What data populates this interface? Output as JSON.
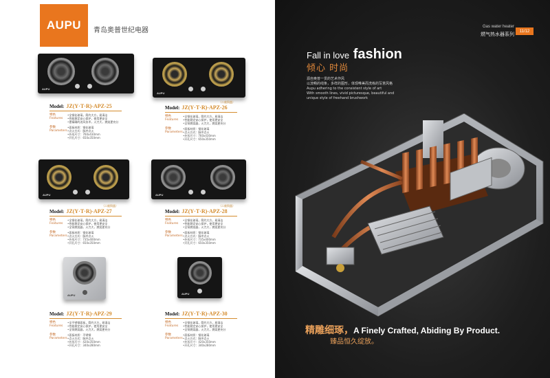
{
  "brand": {
    "logo_text": "AUPU",
    "company": "青岛奥普世纪电器"
  },
  "products": [
    {
      "model_label": "Model:",
      "model_code": "JZ(Y·T·R)-APZ-25",
      "tag": "",
      "feature_label": "特色\nFeatures",
      "features": [
        "•全钢化玻璃，简约大方，易清洁",
        "•性能稳定安心保护，使用更安全",
        "•更精确的进风技术，火力大，燃烧更充分"
      ],
      "param_label": "参数\nParameters",
      "params": [
        "•面板材质：钢化玻璃",
        "•点火方式：脉冲点火",
        "•外形尺寸：760x430mm",
        "•开孔尺寸：650x350mm"
      ]
    },
    {
      "model_label": "Model:",
      "model_code": "JZ(Y·T·R)-APZ-26",
      "tag": "（二维铜盖）",
      "feature_label": "特色\nFeatures",
      "features": [
        "•全钢化玻璃，简约大方，易清洁",
        "•性能稳定安心保护，使用更安全",
        "•全铜燃烧器，火力大，燃烧更充分"
      ],
      "param_label": "参数\nParameters",
      "params": [
        "•面板材质：钢化玻璃",
        "•点火方式：脉冲点火",
        "•外形尺寸：760x430mm",
        "•开孔尺寸：650x350mm"
      ]
    },
    {
      "model_label": "Model:",
      "model_code": "JZ(Y·T·R)-APZ-27",
      "tag": "（二维铜盖）",
      "feature_label": "特色\nFeatures",
      "features": [
        "•全钢化玻璃，简约大方，易清洁",
        "•性能稳定安心保护，使用更安全",
        "•全铜燃烧器，火力大，燃烧更充分"
      ],
      "param_label": "参数\nParameters",
      "params": [
        "•面板材质：钢化玻璃",
        "•点火方式：脉冲点火",
        "•外形尺寸：735x400mm",
        "•开孔尺寸：650x350mm"
      ]
    },
    {
      "model_label": "Model:",
      "model_code": "JZ(Y·T·R)-APZ-28",
      "tag": "（二维铜盖）",
      "feature_label": "特色\nFeatures",
      "features": [
        "•全钢化玻璃，简约大方，易清洁",
        "•性能稳定安心保护，使用更安全",
        "•全铜燃烧器，火力大，燃烧更充分"
      ],
      "param_label": "参数\nParameters",
      "params": [
        "•面板材质：钢化玻璃",
        "•点火方式：脉冲点火",
        "•外形尺寸：735x400mm",
        "•开孔尺寸：650x350mm"
      ]
    },
    {
      "model_label": "Model:",
      "model_code": "JZ(Y·T·R)-APZ-29",
      "tag": "",
      "feature_label": "特色\nFeatures",
      "features": [
        "•全不锈钢面板，简约大方，易清洁",
        "•性能稳定安心保护，使用更安全",
        "•全铜燃烧器，火力大，燃烧更充分"
      ],
      "param_label": "参数\nParameters",
      "params": [
        "•面板材质：不锈钢",
        "•点火方式：脉冲点火",
        "•外形尺寸：420x350mm",
        "•开孔尺寸：340x280mm"
      ]
    },
    {
      "model_label": "Model:",
      "model_code": "JZ(Y·T·R)-APZ-30",
      "tag": "",
      "feature_label": "特色\nFeatures",
      "features": [
        "•全钢化玻璃，简约大方，易清洁",
        "•性能稳定安心保护，使用更安全",
        "•全铜燃烧器，火力大，燃烧更充分"
      ],
      "param_label": "参数\nParameters",
      "params": [
        "•面板材质：钢化玻璃",
        "•点火方式：脉冲点火",
        "•外形尺寸：420x350mm",
        "•开孔尺寸：340x280mm"
      ]
    }
  ],
  "right_page": {
    "category_en": "Gas water heater",
    "category_cn": "燃气热水器系列",
    "page_number": "11/12",
    "headline_small": "Fall in love",
    "headline_big": "fashion",
    "headline_cn": "倾心 时尚",
    "intro_lines": [
      "源自奥普一贯的艺术作风",
      "以流畅的线条，多样的图形，体现唯美而洗练的写意风格",
      "Aupu adhering to the consistent style of art",
      "With smooth lines, vivid picturesque, beautiful and",
      "unique style of freehand brushwork"
    ],
    "tagline_cn": "精雕细琢，",
    "tagline_en": "A Finely Crafted, Abiding By Product.",
    "tagline_sub": "臻品恒久绽放。"
  },
  "colors": {
    "accent": "#e9761e",
    "gold": "#d48b2c",
    "dark_bg": "#1e1e1e"
  }
}
